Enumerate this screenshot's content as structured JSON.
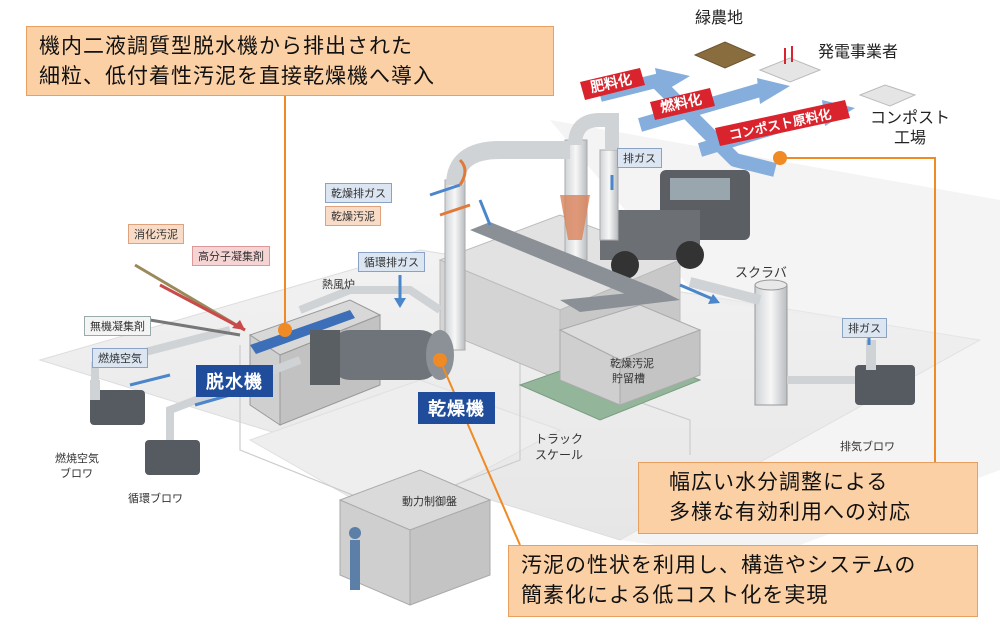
{
  "callouts": {
    "top_left": [
      "機内二液調質型脱水機から排出された",
      "細粒、低付着性汚泥を直接乾燥機へ導入"
    ],
    "right_middle": [
      "幅広い水分調整による",
      "多様な有効利用への対応"
    ],
    "bottom_middle": [
      "汚泥の性状を利用し、構造やシステムの",
      "簡素化による低コスト化を実現"
    ]
  },
  "flow_labels": {
    "fertilizer": "肥料化",
    "fuel": "燃料化",
    "compost": "コンポスト原料化"
  },
  "destinations": {
    "farm": "緑農地",
    "power": "発電事業者",
    "compost_line1": "コンポスト",
    "compost_line2": "工場"
  },
  "equipment_labels": {
    "dewatering": "脱水機",
    "dryer": "乾燥機"
  },
  "tags": {
    "digested_sludge": "消化汚泥",
    "polymer_flocculant": "高分子凝集剤",
    "inorganic_flocculant": "無機凝集剤",
    "combustion_air": "燃焼空気",
    "circulating_exhaust": "循環排ガス",
    "dry_exhaust": "乾燥排ガス",
    "dried_sludge": "乾燥汚泥",
    "exhaust_gas_top": "排ガス",
    "exhaust_gas_right": "排ガス"
  },
  "texts": {
    "hot_air_furnace": "熱風炉",
    "scrubber": "スクラバ",
    "dried_sludge_hopper_1": "乾燥汚泥",
    "dried_sludge_hopper_2": "貯留槽",
    "truck_scale_1": "トラック",
    "truck_scale_2": "スケール",
    "combustion_blower_1": "燃焼空気",
    "combustion_blower_2": "ブロワ",
    "circulation_blower": "循環ブロワ",
    "exhaust_blower": "排気ブロワ",
    "power_panel": "動力制御盤"
  },
  "colors": {
    "callout_fill": "#fbd0a4",
    "flow_arrow_blue": "#86aedc",
    "label_red": "#d9232d",
    "equipment_label_blue": "#1f4d9c",
    "leader_orange": "#f08a24"
  }
}
